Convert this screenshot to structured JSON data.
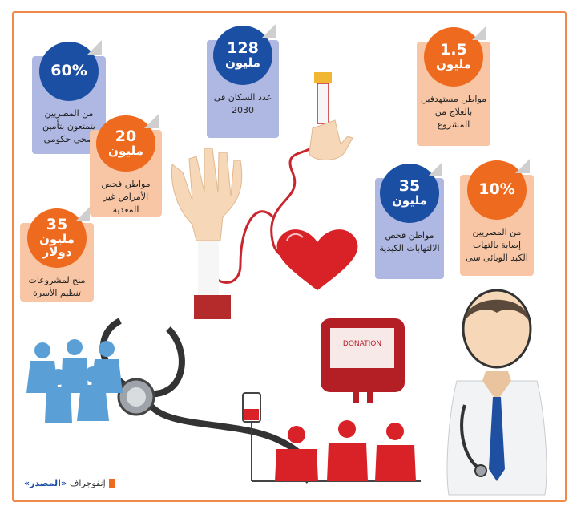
{
  "colors": {
    "frame": "#f08a4b",
    "blue": "#1b4fa3",
    "orange": "#ee6a1e",
    "blue_card": "#aeb8e2",
    "orange_card": "#f8c6a5",
    "blood": "#d92128"
  },
  "cards": [
    {
      "id": "c60",
      "value": "60%",
      "unit": "",
      "text": "من المصريين يتمتعون بتأمين صحى حكومى",
      "color": "blue"
    },
    {
      "id": "c128",
      "value": "128",
      "unit": "مليون",
      "text": "عدد السكان فى 2030",
      "color": "blue"
    },
    {
      "id": "c15",
      "value": "1.5",
      "unit": "مليون",
      "text": "مواطن مستهدفين بالعلاج من المشروع",
      "color": "orange"
    },
    {
      "id": "c20",
      "value": "20",
      "unit": "مليون",
      "text": "مواطن فحص الأمراض غير المعدية",
      "color": "orange"
    },
    {
      "id": "c35d",
      "value": "35",
      "unit": "مليون دولار",
      "text": "منح لمشروعات تنظيم الأسرة",
      "color": "orange"
    },
    {
      "id": "c35m",
      "value": "35",
      "unit": "مليون",
      "text": "مواطن فحص الالتهابات الكبدية",
      "color": "blue"
    },
    {
      "id": "c10",
      "value": "10%",
      "unit": "",
      "text": "من المصريين إصابة بالتهاب الكبد الوبائى سى",
      "color": "orange"
    }
  ],
  "blood_bag": {
    "label": "DONATION"
  },
  "credit": {
    "prefix": "إنفوجراف",
    "source": "«المصدر»"
  }
}
